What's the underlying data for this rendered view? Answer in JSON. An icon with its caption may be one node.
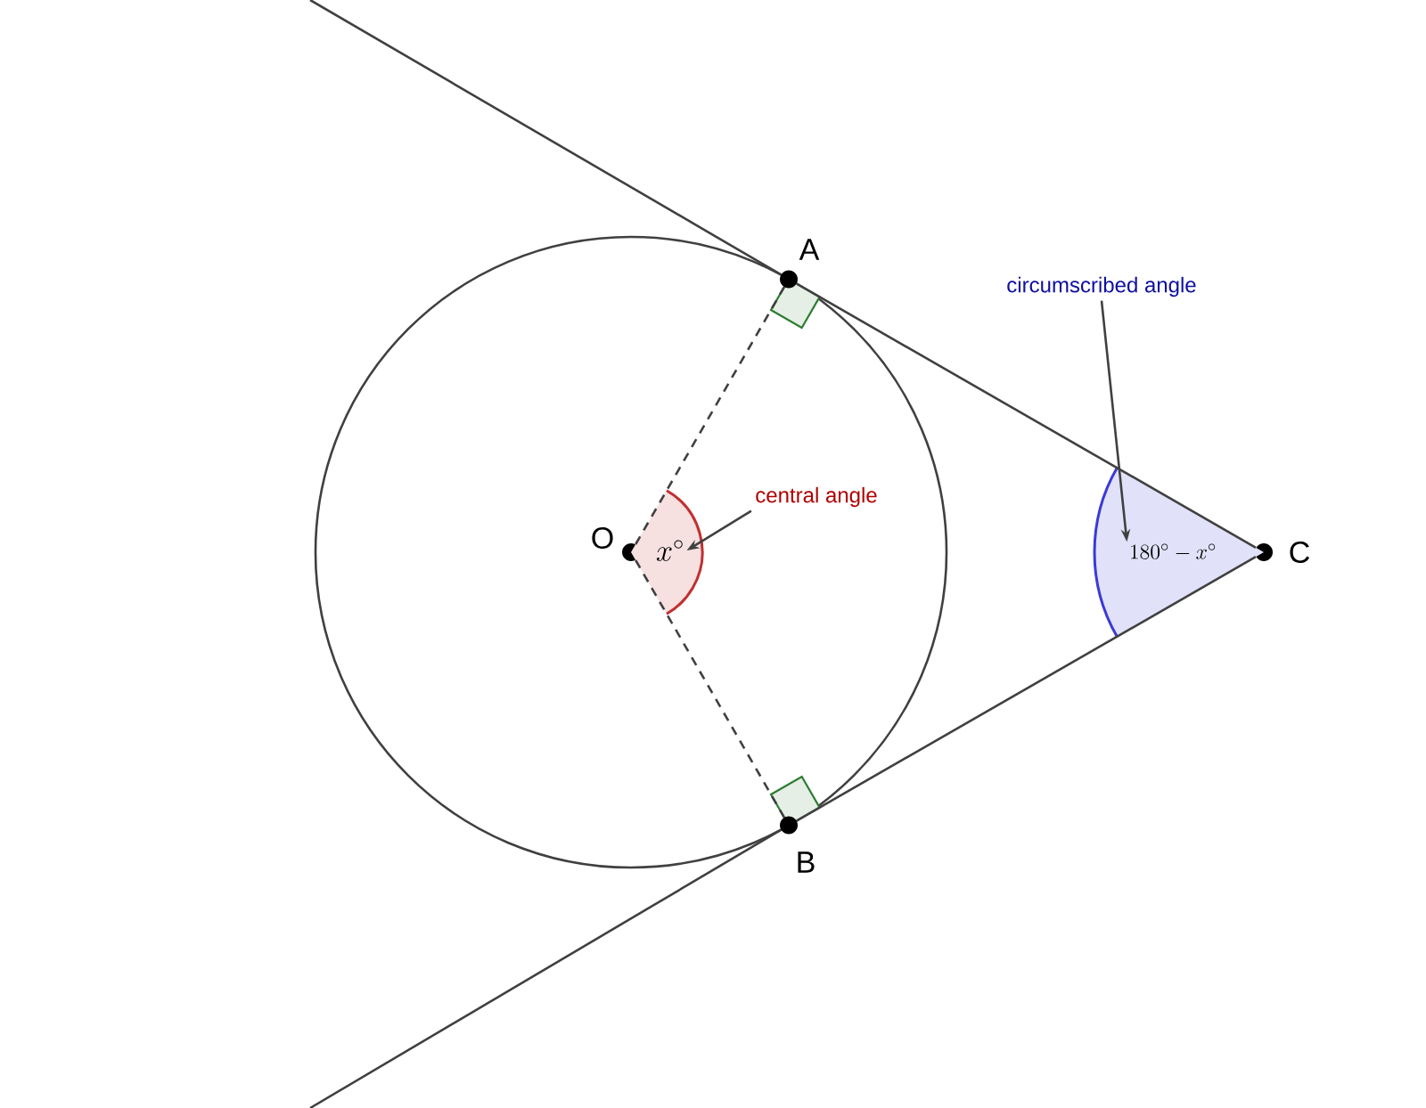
{
  "diagram": {
    "nodes": [
      {
        "text": [],
        "shape": "circle",
        "beside": [
          "O"
        ]
      },
      {
        "text": [],
        "shape": "circle",
        "beside": [
          "A"
        ]
      },
      {
        "text": [],
        "shape": "circle",
        "beside": [
          "B"
        ]
      },
      {
        "text": [],
        "shape": "circle",
        "beside": [
          "C"
        ]
      },
      {
        "text": [
          "x^{\\circ}"
        ]
      },
      {
        "text": [
          "180^{\\circ} - x^{\\circ}"
        ]
      },
      {
        "text": [
          "central angle"
        ]
      },
      {
        "text": [
          "circumscribed angle"
        ]
      }
    ],
    "edges": [
      {
        "from": 0,
        "to": 1,
        "arrow": "none",
        "style": "dashed"
      },
      {
        "from": 0,
        "to": 2,
        "arrow": "none",
        "style": "dashed"
      },
      {
        "from": 1,
        "to": 3,
        "arrow": "none"
      },
      {
        "from": 2,
        "to": 3,
        "arrow": "none"
      },
      {
        "from": 6,
        "to": 4,
        "arrow": "to"
      },
      {
        "from": 7,
        "to": 5,
        "arrow": "to"
      }
    ]
  }
}
